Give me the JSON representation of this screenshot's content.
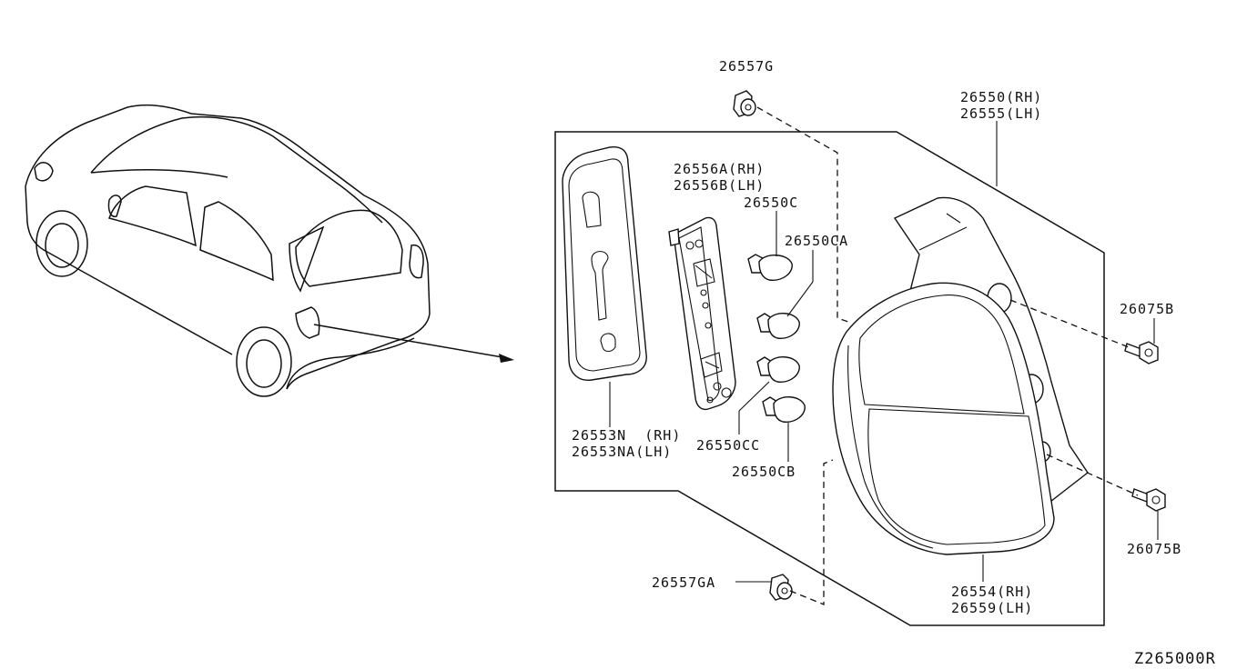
{
  "diagram_code": "Z265000R",
  "parts": {
    "clip_top": "26557G",
    "lamp_housing_rh": "26550(RH)",
    "lamp_housing_lh": "26555(LH)",
    "socket_rh": "26556A(RH)",
    "socket_lh": "26556B(LH)",
    "bulb_c": "26550C",
    "bulb_ca": "26550CA",
    "gasket_rh": "26553N  (RH)",
    "gasket_lh": "26553NA(LH)",
    "bulb_cc": "26550CC",
    "bulb_cb": "26550CB",
    "bolt_upper": "26075B",
    "bolt_lower": "26075B",
    "clip_bottom": "26557GA",
    "lens_rh": "26554(RH)",
    "lens_lh": "26559(LH)"
  }
}
